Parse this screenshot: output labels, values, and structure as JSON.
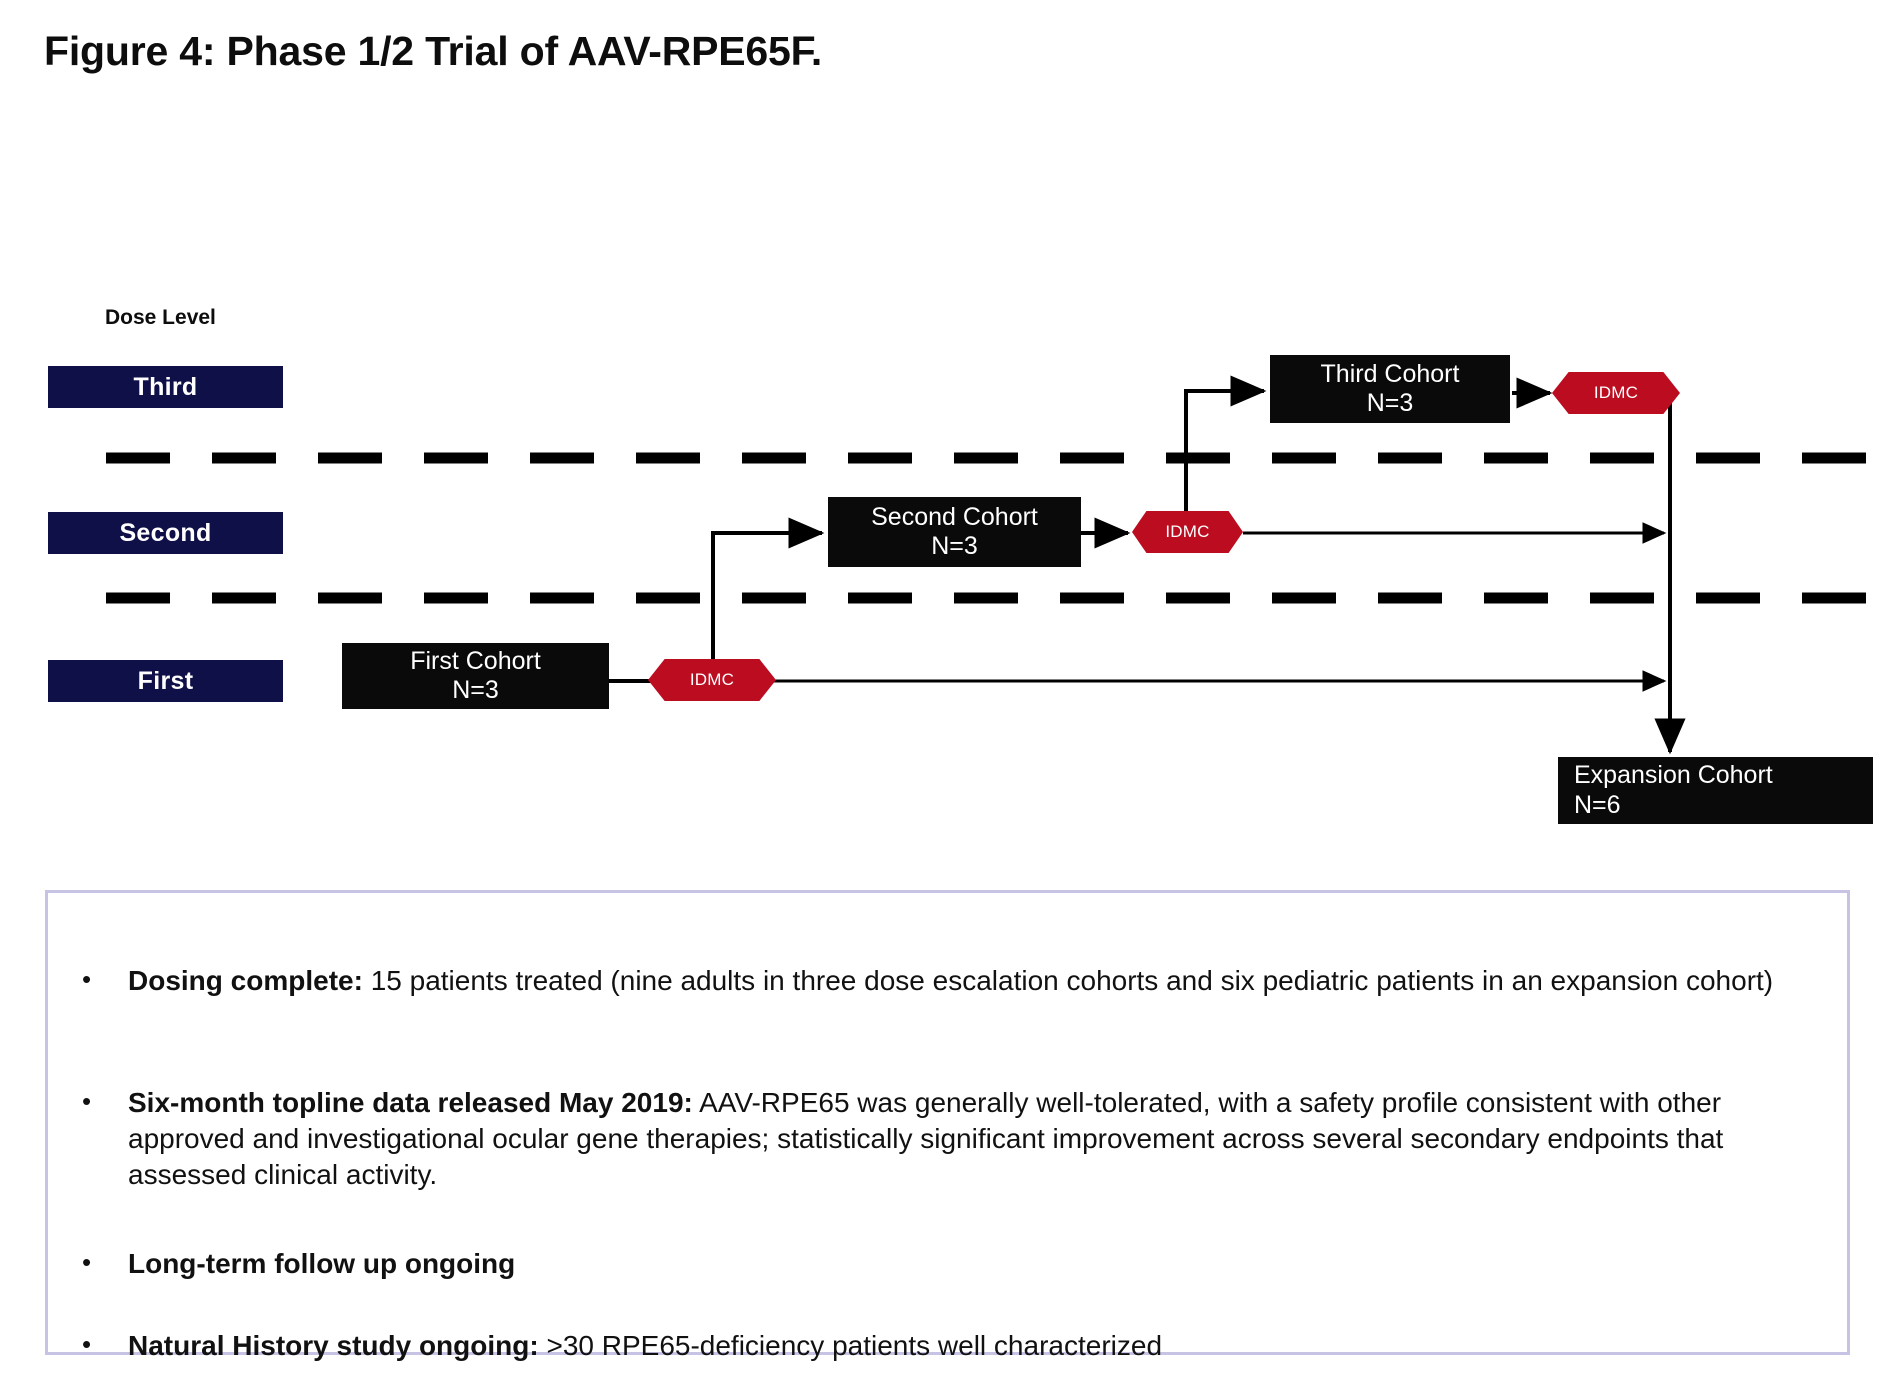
{
  "figure": {
    "title": "Figure 4: Phase 1/2 Trial of AAV-RPE65F."
  },
  "diagram": {
    "axis_caption": "Dose Level",
    "dose_levels": [
      {
        "label": "Third"
      },
      {
        "label": "Second"
      },
      {
        "label": "First"
      }
    ],
    "cohorts": [
      {
        "name": "First Cohort",
        "n": "N=3",
        "dose_level": "First"
      },
      {
        "name": "Second Cohort",
        "n": "N=3",
        "dose_level": "Second"
      },
      {
        "name": "Third Cohort",
        "n": "N=3",
        "dose_level": "Third"
      },
      {
        "name": "Expansion Cohort",
        "n": "N=6",
        "dose_level": "Expansion"
      }
    ],
    "review_gates": [
      {
        "label": "IDMC",
        "after": "First Cohort"
      },
      {
        "label": "IDMC",
        "after": "Second Cohort"
      },
      {
        "label": "IDMC",
        "after": "Third Cohort"
      }
    ],
    "colors": {
      "dose_bar": "#101048",
      "cohort_box": "#0A0A0A",
      "idmc": "#BB0C20",
      "panel_border": "#C7C3E4",
      "connector": "#000000"
    }
  },
  "bullets": [
    {
      "marker": "•",
      "lead": "Dosing complete:",
      "body": " 15 patients treated (nine adults in three dose escalation cohorts and six pediatric patients in an expansion cohort)"
    },
    {
      "marker": "•",
      "lead": "Six-month topline data released May 2019:",
      "body": " AAV-RPE65 was generally well-tolerated, with a safety profile consistent with other approved and investigational ocular gene therapies; statistically significant improvement across several secondary endpoints that assessed clinical  activity."
    },
    {
      "marker": "•",
      "lead": "Long-term follow up ongoing",
      "body": ""
    },
    {
      "marker": "•",
      "lead": "Natural History study ongoing:",
      "body": " >30 RPE65-deficiency patients well  characterized"
    }
  ]
}
